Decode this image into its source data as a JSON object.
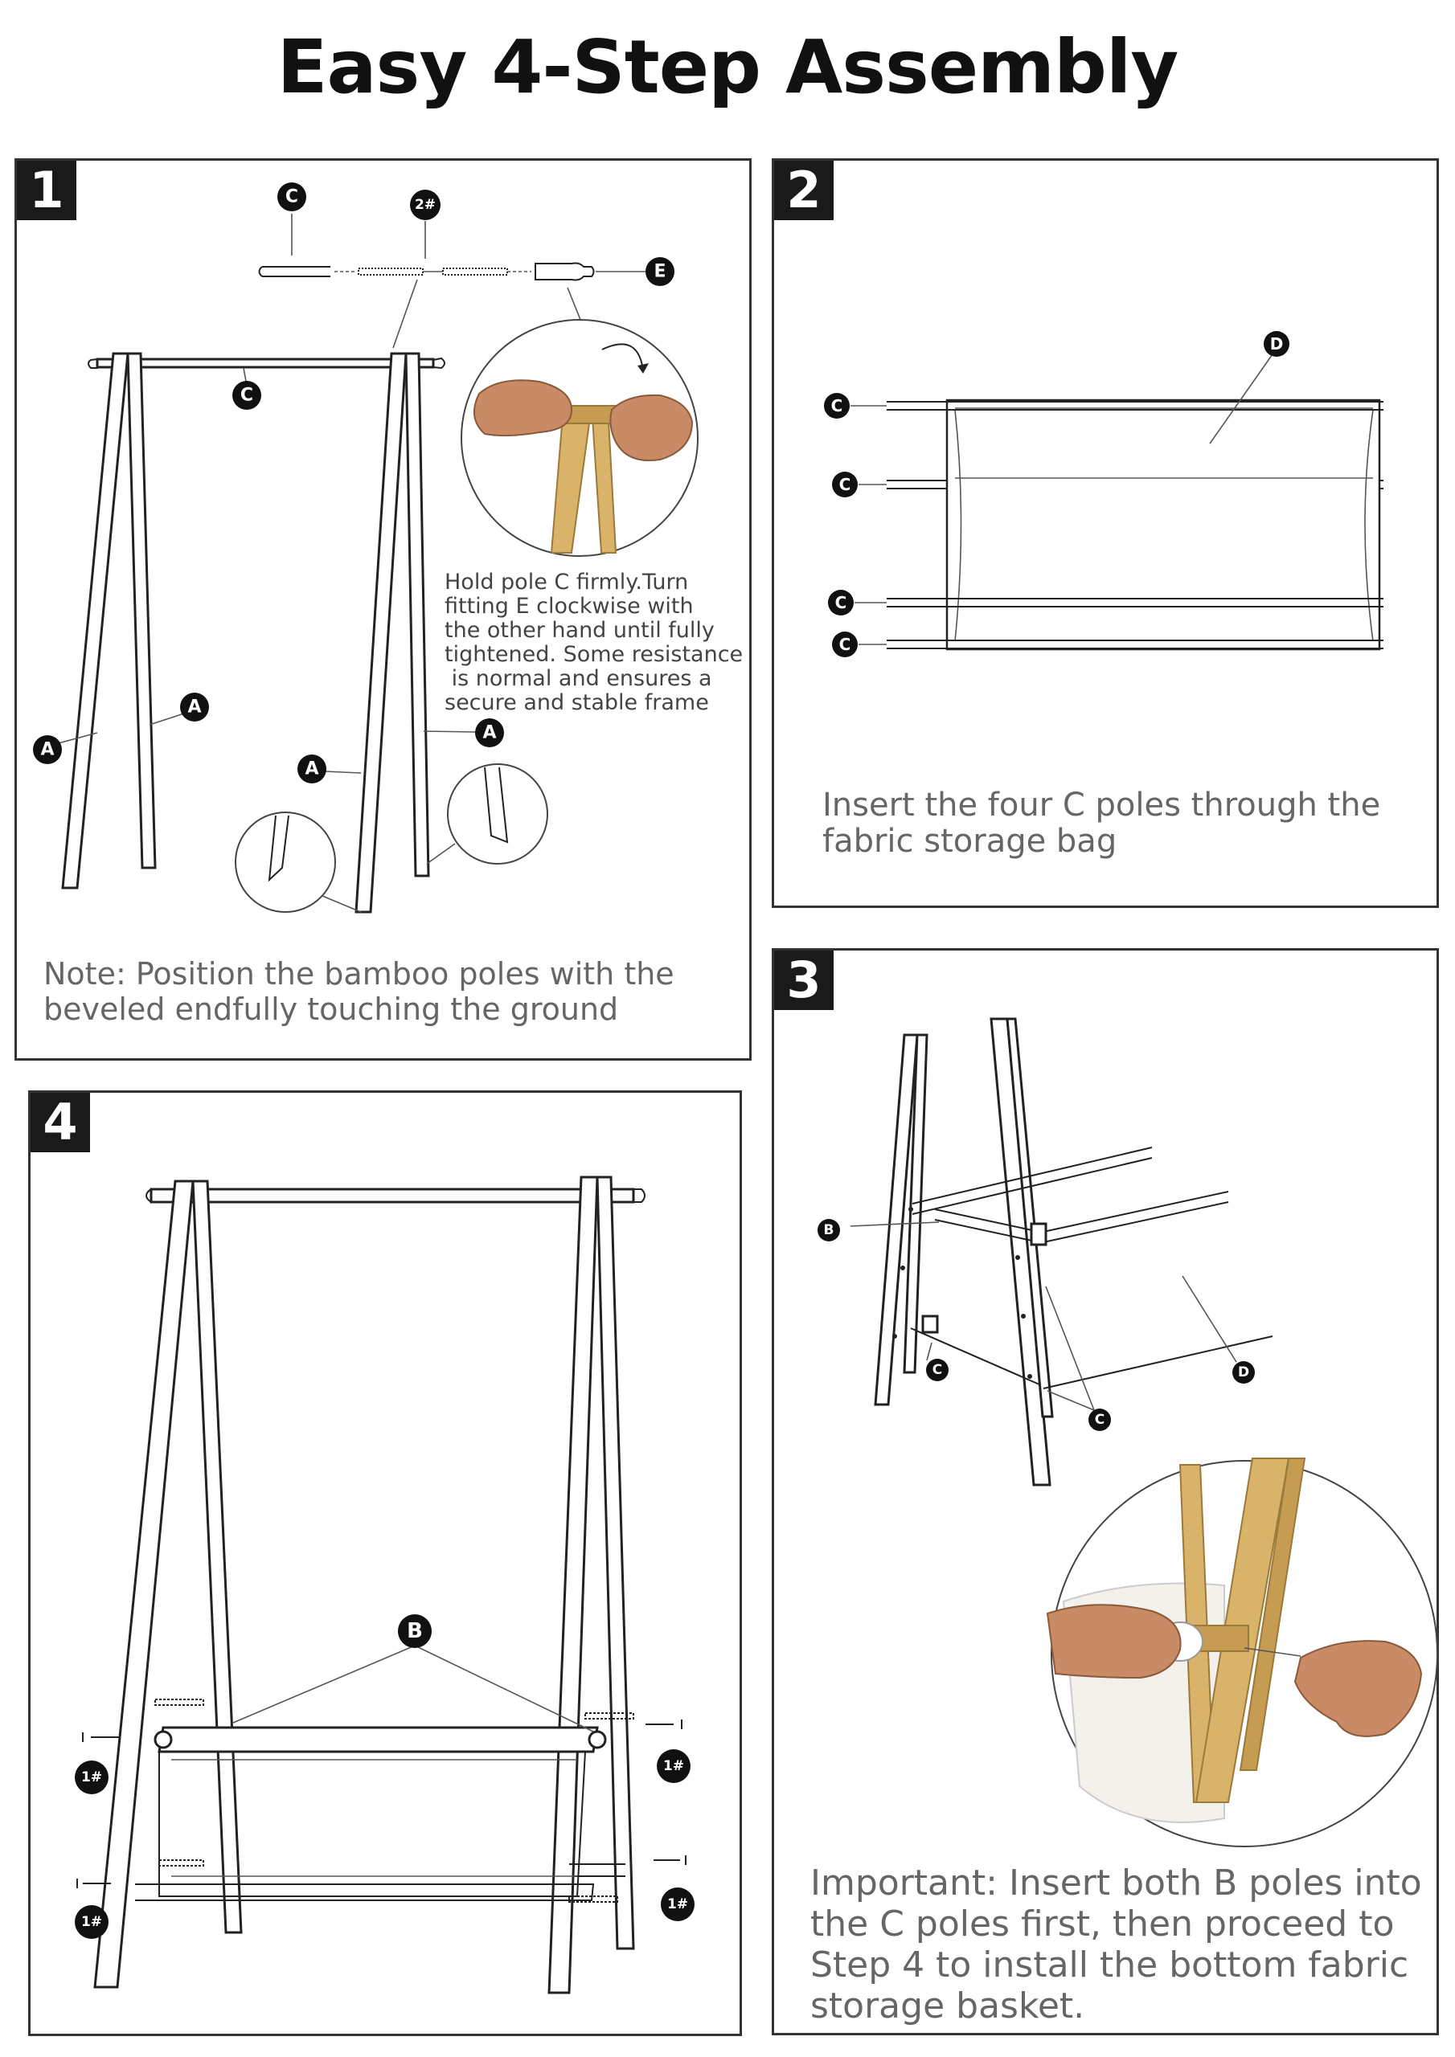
{
  "title": "Easy 4-Step Assembly",
  "steps": [
    {
      "number": "1",
      "caption": "Note: Position the bamboo poles with the beveled endfully touching the ground",
      "instruction": [
        "Hold pole C firmly.Turn",
        "fitting E clockwise with",
        "the other hand until fully",
        "tightened. Some resistance",
        " is normal and ensures a",
        "secure and stable frame"
      ]
    },
    {
      "number": "2",
      "caption": [
        "Insert the four C poles through the",
        "fabric storage bag"
      ]
    },
    {
      "number": "3",
      "caption": [
        "Important: Insert both B poles into",
        "the C poles first, then proceed to",
        "Step 4 to install the bottom fabric",
        "storage basket."
      ]
    },
    {
      "number": "4"
    }
  ],
  "labels": {
    "A": "A",
    "B": "B",
    "C": "C",
    "D": "D",
    "E": "E",
    "screw_2": "2#",
    "screw_1": "1#"
  },
  "colors": {
    "ink": "#111111",
    "caption": "#666666",
    "bamboo": "#d9b36a",
    "skin": "#c98b66"
  }
}
